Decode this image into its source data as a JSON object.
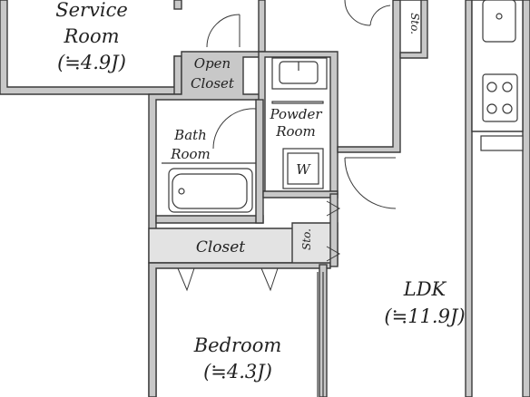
{
  "rooms": {
    "service": {
      "name": "Service",
      "name2": "Room",
      "area": "(≒4.9J)"
    },
    "open_closet": {
      "line1": "Open",
      "line2": "Closet"
    },
    "bath": {
      "line1": "Bath",
      "line2": "Room"
    },
    "powder": {
      "line1": "Powder",
      "line2": "Room",
      "washer": "W"
    },
    "closet": {
      "name": "Closet"
    },
    "storage_top": {
      "name": "Sto."
    },
    "storage_mid": {
      "name": "Sto."
    },
    "ldk": {
      "name": "LDK",
      "area": "(≒11.9J)"
    },
    "bedroom": {
      "name": "Bedroom",
      "area": "(≒4.3J)"
    }
  },
  "colors": {
    "wall_fill": "#c8c8c8",
    "line": "#3a3a3a",
    "background": "#ffffff"
  },
  "icons": [
    "kitchen-sink-icon",
    "stove-icon",
    "washbasin-icon",
    "bathtub-icon",
    "washer-icon",
    "door-swing-icon"
  ]
}
